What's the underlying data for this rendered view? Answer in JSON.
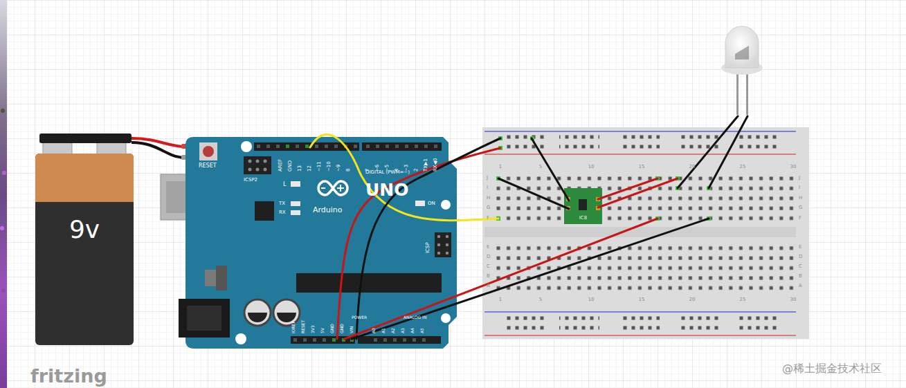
{
  "diagram": {
    "nodes": [
      {
        "text": [
          "9v"
        ]
      },
      {
        "text": [
          "IC8"
        ]
      }
    ],
    "labels": [
      "RESET",
      "ICSP2",
      "L",
      "TX",
      "RX",
      "ON",
      "Arduino",
      "UNO",
      "DIGITAL (PWM=~)",
      "AREF",
      "GND",
      "13",
      "12",
      "~11",
      "~10",
      "~9",
      "8",
      "7",
      "~6",
      "~5",
      "4",
      "~3",
      "2",
      "TX▶1",
      "RX◀0",
      "ICSP",
      "IOREF",
      "RESET",
      "3V3",
      "5V",
      "GND",
      "GND",
      "VIN",
      "A0",
      "A1",
      "A2",
      "A3",
      "A4",
      "A5",
      "POWER",
      "ANALOG IN",
      "1",
      "5",
      "10",
      "15",
      "20",
      "25",
      "30",
      "1",
      "5",
      "10",
      "15",
      "20",
      "25",
      "30",
      "J",
      "I",
      "H",
      "G",
      "F",
      "E",
      "D",
      "C",
      "B",
      "A",
      "J",
      "I",
      "H",
      "G",
      "F",
      "E",
      "D",
      "C",
      "B",
      "A",
      "fritzing",
      "@稀土掘金技术社区"
    ]
  }
}
